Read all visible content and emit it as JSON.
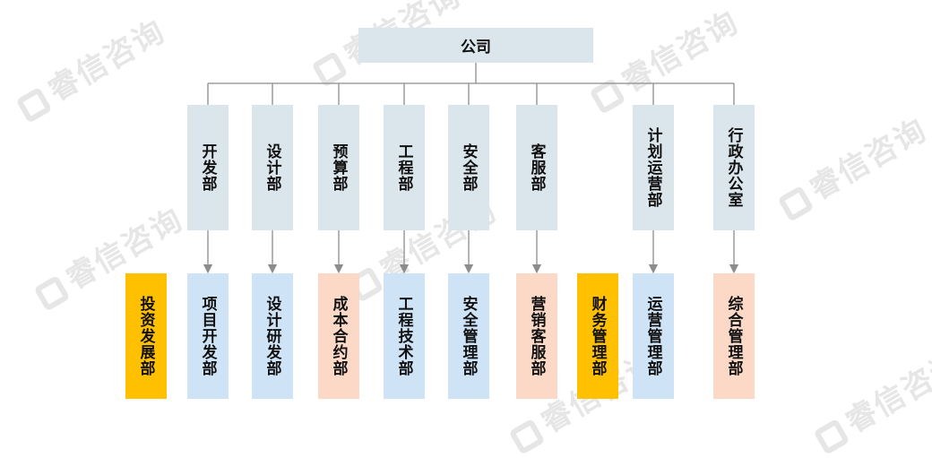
{
  "watermark": "睿信咨询",
  "root": {
    "label": "公司"
  },
  "departments": [
    {
      "label": "开发部"
    },
    {
      "label": "设计部"
    },
    {
      "label": "预算部"
    },
    {
      "label": "工程部"
    },
    {
      "label": "安全部"
    },
    {
      "label": "客服部"
    },
    {
      "label": "计划运营部"
    },
    {
      "label": "行政办公室"
    }
  ],
  "sub_units": [
    {
      "label": "投资发展部",
      "color": "#ffc000"
    },
    {
      "label": "项目开发部",
      "color": "#cfe3f6"
    },
    {
      "label": "设计研发部",
      "color": "#cfe3f6"
    },
    {
      "label": "成本合约部",
      "color": "#fbd9c6"
    },
    {
      "label": "工程技术部",
      "color": "#cfe3f6"
    },
    {
      "label": "安全管理部",
      "color": "#cfe3f6"
    },
    {
      "label": "营销客服部",
      "color": "#fbd9c6"
    },
    {
      "label": "财务管理部",
      "color": "#ffc000"
    },
    {
      "label": "运营管理部",
      "color": "#cfe3f6"
    },
    {
      "label": "综合管理部",
      "color": "#fbd9c6"
    }
  ],
  "colors": {
    "connector": "#8c8c8c",
    "node_fill": "#dbe5ec"
  }
}
